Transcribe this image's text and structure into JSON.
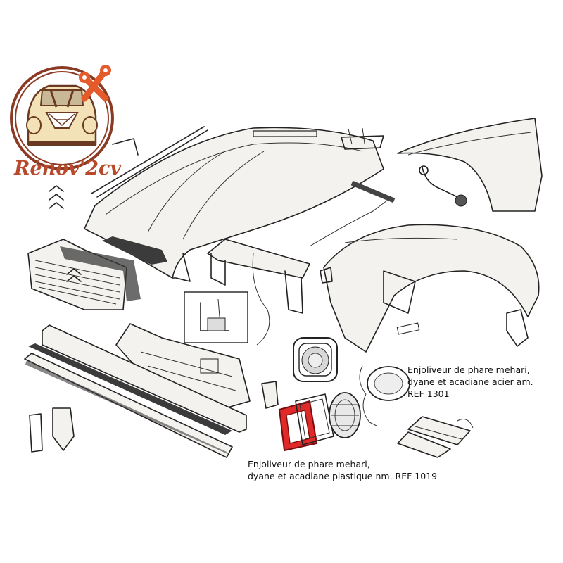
{
  "logo": {
    "brand_text": "Rénov'2cv",
    "brand_color": "#b8492b",
    "accent_color": "#e45a2a"
  },
  "callouts": {
    "ref_1301": {
      "lines": [
        "Enjoliveur de phare mehari,",
        "dyane et acadiane acier am.",
        "REF 1301"
      ]
    },
    "ref_1019": {
      "lines": [
        "Enjoliveur de phare mehari,",
        "dyane et acadiane plastique nm. REF 1019"
      ]
    }
  },
  "highlight": {
    "part": "headlight-bezel-plastic",
    "color": "#e02a2a"
  },
  "icons": [
    "logo-2cv-car-icon",
    "wrench-icon",
    "chevron-logo-icon"
  ]
}
